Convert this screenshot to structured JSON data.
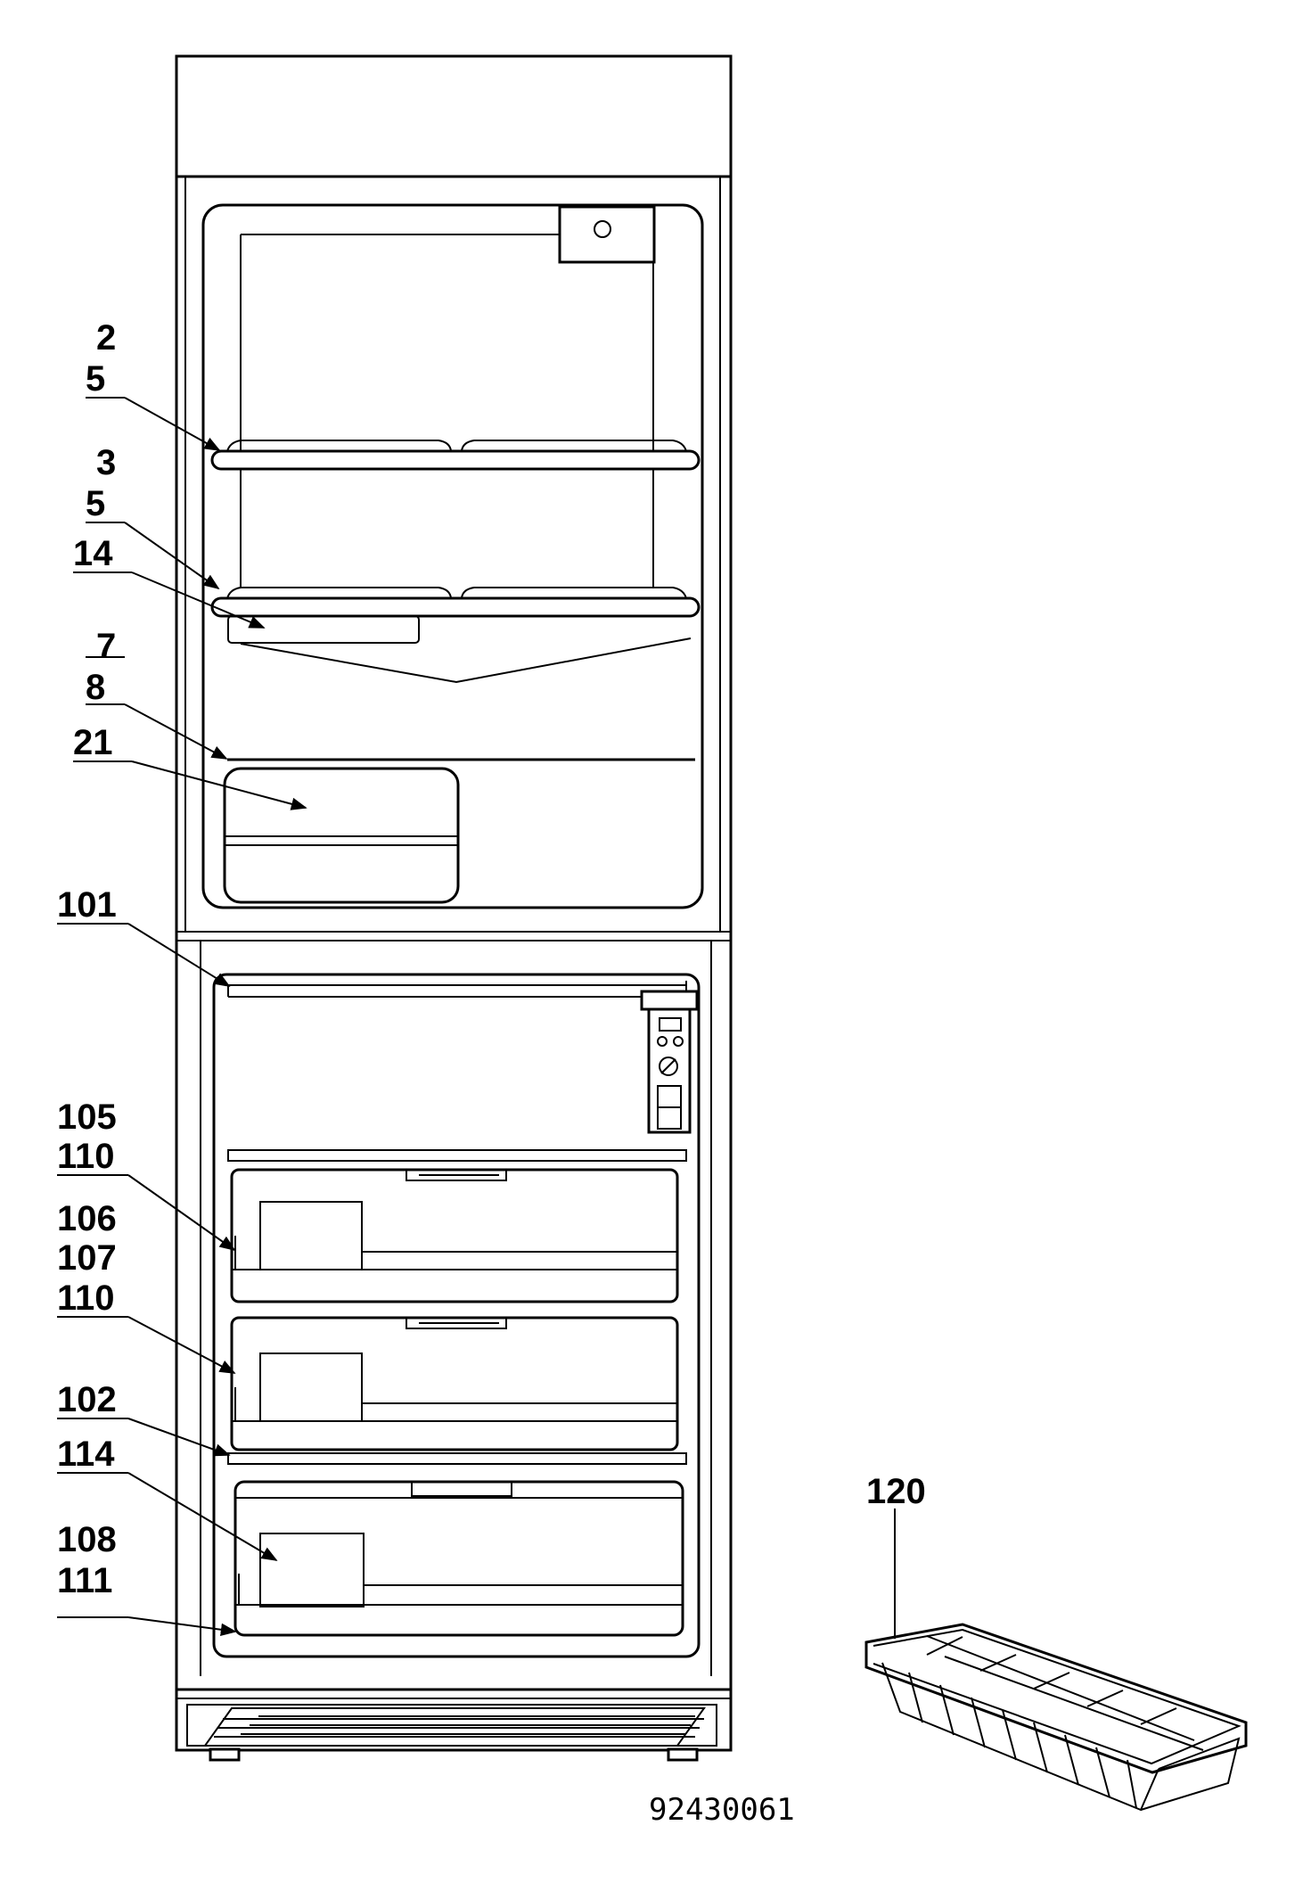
{
  "diagram": {
    "type": "exploded parts diagram",
    "subject": "refrigerator-freezer with ice cube tray",
    "labels": {
      "l2": "2",
      "l5a": "5",
      "l3": "3",
      "l5b": "5",
      "l14": "14",
      "l7": "7",
      "l8": "8",
      "l21": "21",
      "l101": "101",
      "l105": "105",
      "l110a": "110",
      "l106": "106",
      "l107": "107",
      "l110b": "110",
      "l102": "102",
      "l114": "114",
      "l108": "108",
      "l111": "111",
      "l120": "120"
    },
    "drawing_number": "92430061"
  }
}
